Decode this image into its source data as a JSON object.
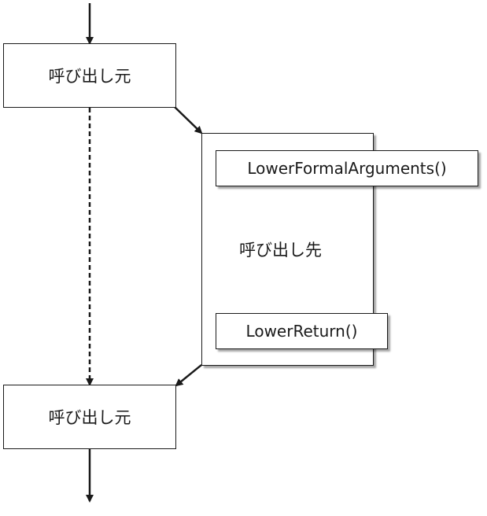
{
  "caller_top": {
    "label": "呼び出し元"
  },
  "caller_bottom": {
    "label": "呼び出し元"
  },
  "callee": {
    "label": "呼び出し先",
    "lower_formal_arguments": "LowerFormalArguments()",
    "lower_return": "LowerReturn()"
  },
  "colors": {
    "stroke": "#1a1a1a",
    "background": "#ffffff"
  }
}
